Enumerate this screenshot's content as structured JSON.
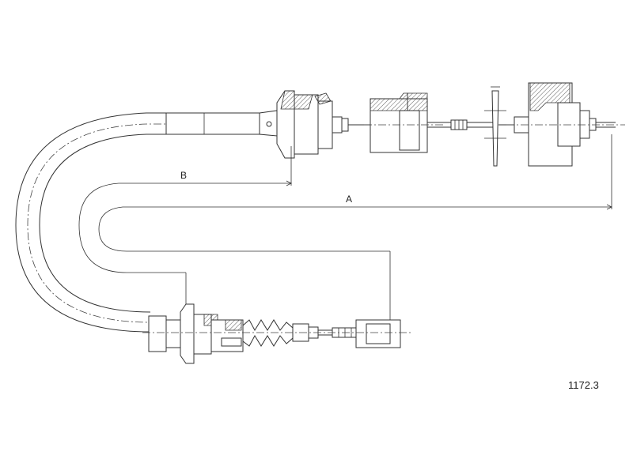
{
  "dimensions": {
    "a_label": "A",
    "b_label": "B"
  },
  "part_number": "1172.3",
  "colors": {
    "line": "#333333",
    "background": "#ffffff"
  }
}
